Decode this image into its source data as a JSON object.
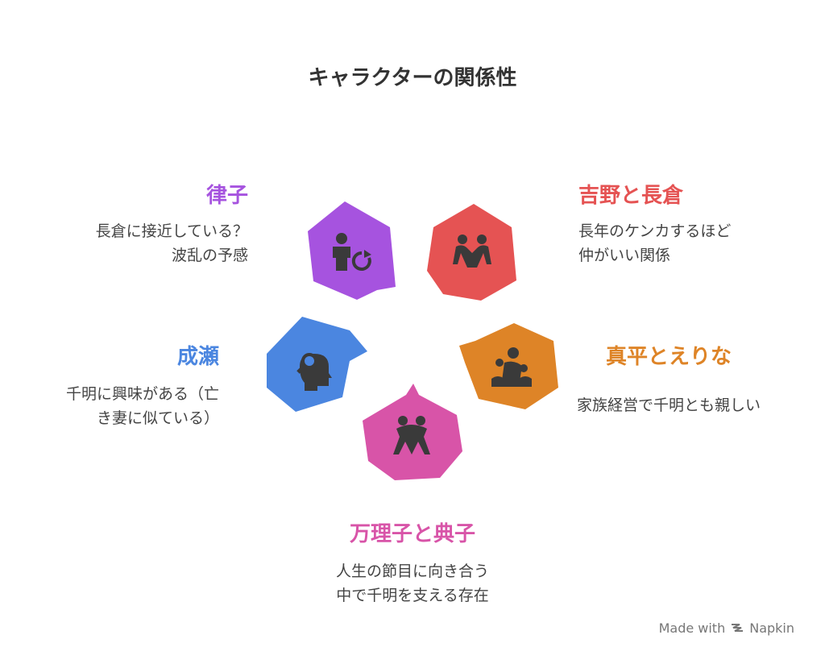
{
  "title": "キャラクターの関係性",
  "nodes": [
    {
      "id": "ritsuko",
      "name": "律子",
      "desc": [
        "長倉に接近している？",
        "波乱の予感"
      ],
      "color": "#a653df",
      "icon": "person-with-refresh-icon"
    },
    {
      "id": "yoshino-nagakura",
      "name": "吉野と長倉",
      "desc": [
        "長年のケンカするほど",
        "仲がいい関係"
      ],
      "color": "#e55353",
      "icon": "two-people-facing-icon"
    },
    {
      "id": "narise",
      "name": "成瀬",
      "desc": [
        "千明に興味がある（亡",
        "き妻に似ている）"
      ],
      "color": "#4b86e0",
      "icon": "head-with-magnifier-icon"
    },
    {
      "id": "shinpei-erina",
      "name": "真平とえりな",
      "desc": [
        "家族経営で千明とも親しい"
      ],
      "color": "#de8427",
      "icon": "family-icon"
    },
    {
      "id": "mariko-noriko",
      "name": "万理子と典子",
      "desc": [
        "人生の節目に向き合う",
        "中で千明を支える存在"
      ],
      "color": "#d854a8",
      "icon": "people-embracing-icon"
    }
  ],
  "footer": {
    "made_with": "Made with",
    "brand": "Napkin"
  }
}
